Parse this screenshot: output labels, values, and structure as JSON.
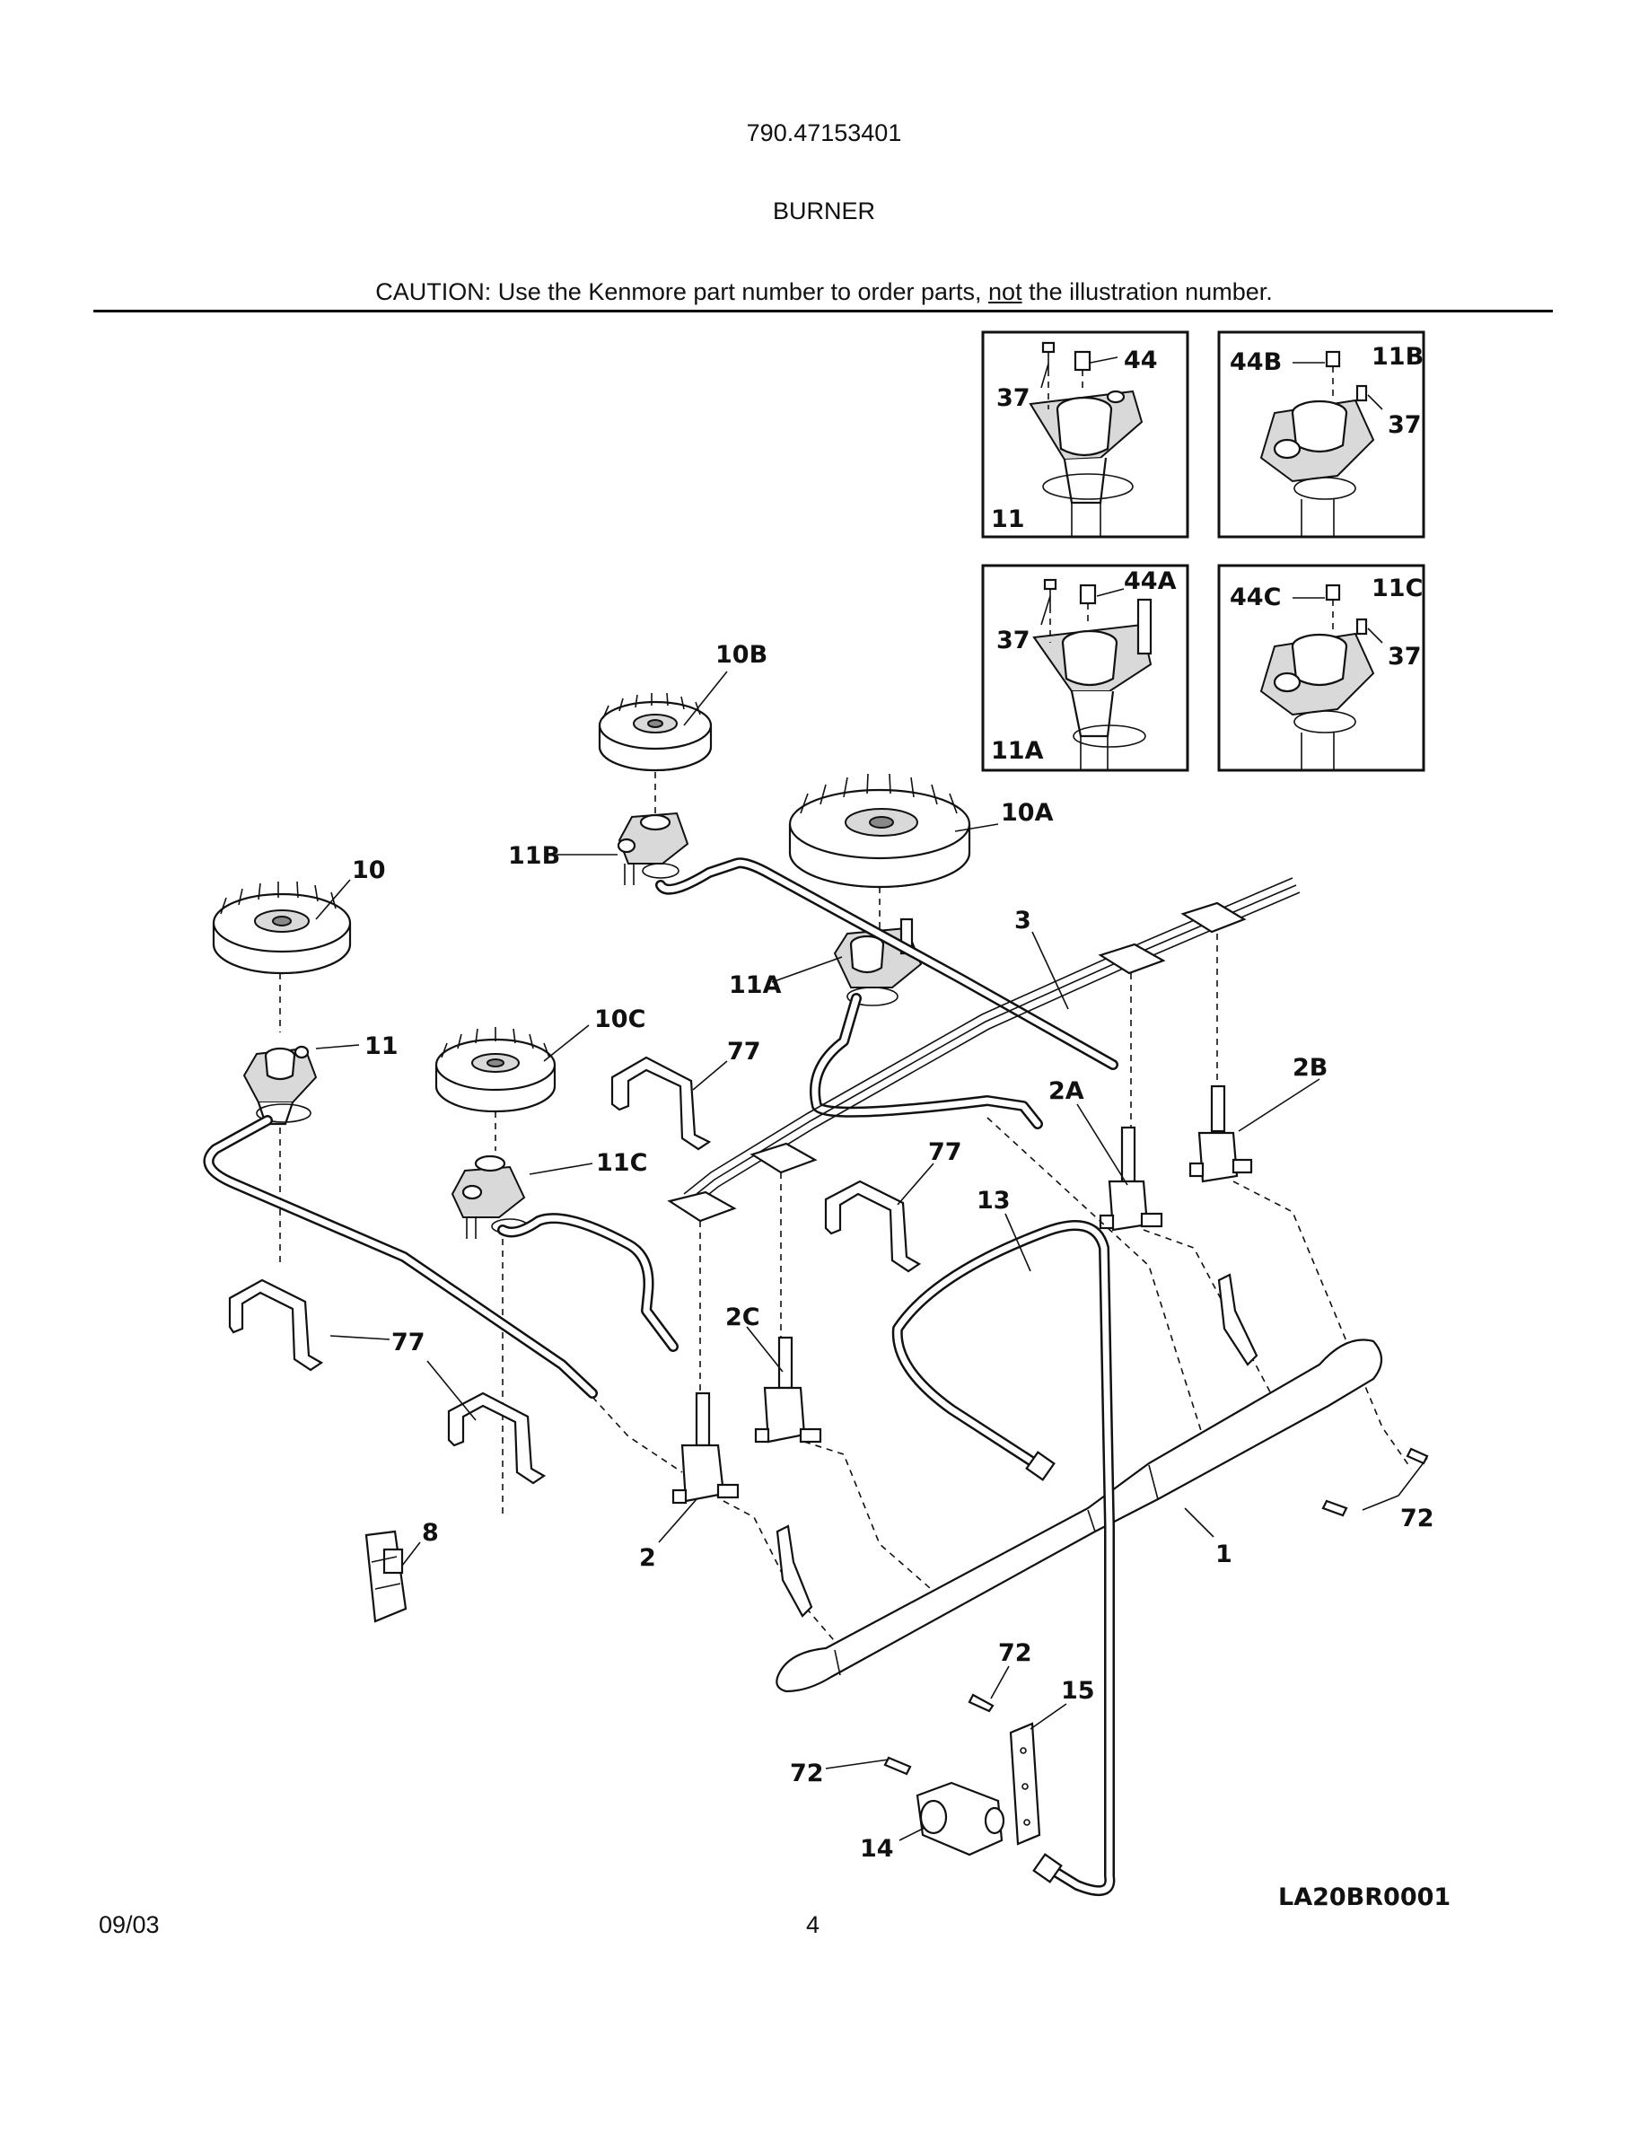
{
  "header": {
    "model_number": "790.47153401",
    "section_title": "BURNER",
    "caution_prefix": "CAUTION: Use the Kenmore part number to order parts, ",
    "caution_emphasis": "not",
    "caution_suffix": " the illustration number."
  },
  "footer": {
    "date": "09/03",
    "page_number": "4"
  },
  "diagram": {
    "drawing_code": "LA20BR0001",
    "callouts": {
      "c1": "1",
      "c2": "2",
      "c2A": "2A",
      "c2B": "2B",
      "c2C": "2C",
      "c3": "3",
      "c8": "8",
      "c10": "10",
      "c10A": "10A",
      "c10B": "10B",
      "c10C": "10C",
      "c11": "11",
      "c11A": "11A",
      "c11B": "11B",
      "c11C": "11C",
      "c13": "13",
      "c14": "14",
      "c15": "15",
      "c72a": "72",
      "c72b": "72",
      "c72c": "72",
      "c77a": "77",
      "c77b": "77",
      "c77c": "77"
    },
    "inset_boxes": {
      "box1": {
        "screw": "37",
        "orifice": "44",
        "base": "11"
      },
      "box2": {
        "orifice": "44B",
        "base": "11B",
        "screw": "37"
      },
      "box3": {
        "screw": "37",
        "orifice": "44A",
        "base": "11A"
      },
      "box4": {
        "orifice": "44C",
        "base": "11C",
        "screw": "37"
      }
    }
  }
}
